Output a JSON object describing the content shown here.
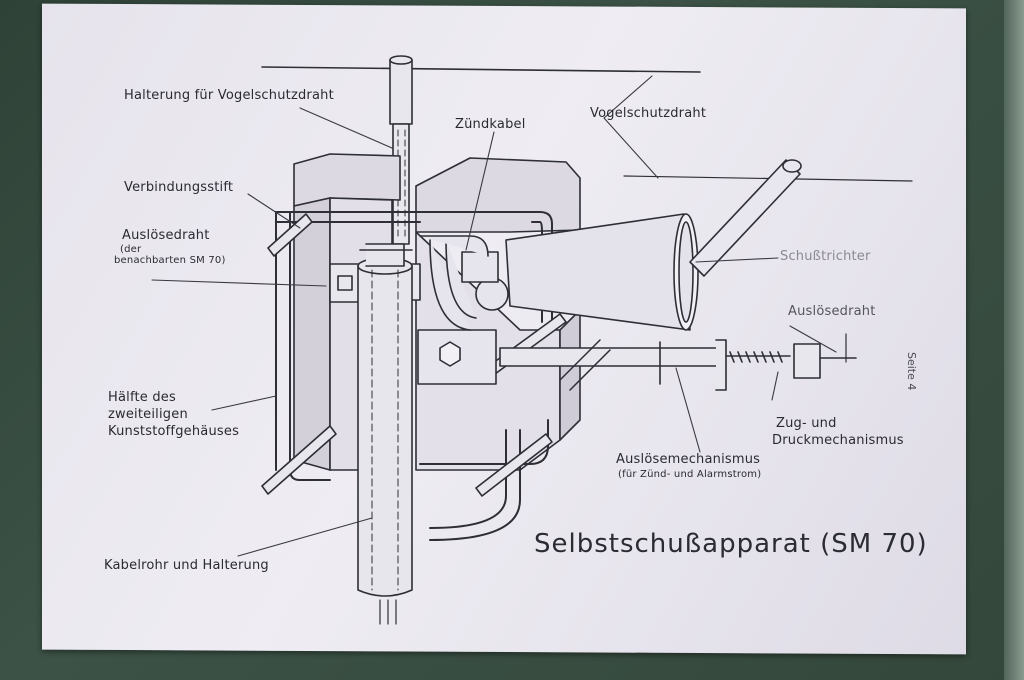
{
  "title": "Selbstschußapparat (SM 70)",
  "page_marker": "Seite 4",
  "labels": {
    "halterung_vogelschutzdraht": "Halterung für Vogelschutzdraht",
    "zuendkabel": "Zündkabel",
    "vogelschutzdraht": "Vogelschutzdraht",
    "verbindungsstift": "Verbindungsstift",
    "ausloesedraht_left": "Auslösedraht",
    "ausloesedraht_left_note_1": "(der",
    "ausloesedraht_left_note_2": "benachbarten  SM 70)",
    "schusstrichter": "Schußtrichter",
    "ausloesedraht_right": "Auslösedraht",
    "haelfte_1": "Hälfte des",
    "haelfte_2": "zweiteiligen",
    "haelfte_3": "Kunststoffgehäuses",
    "zug_1": "Zug-  und",
    "zug_2": "Druckmechanismus",
    "ausloesemechanismus": "Auslösemechanismus",
    "ausloesemechanismus_note": "(für Zünd- und Alarmstrom)",
    "kabelrohr": "Kabelrohr und Halterung"
  },
  "colors": {
    "paper": "#ebe9f0",
    "ink": "#2a2a32",
    "board": "#3b4f43"
  }
}
